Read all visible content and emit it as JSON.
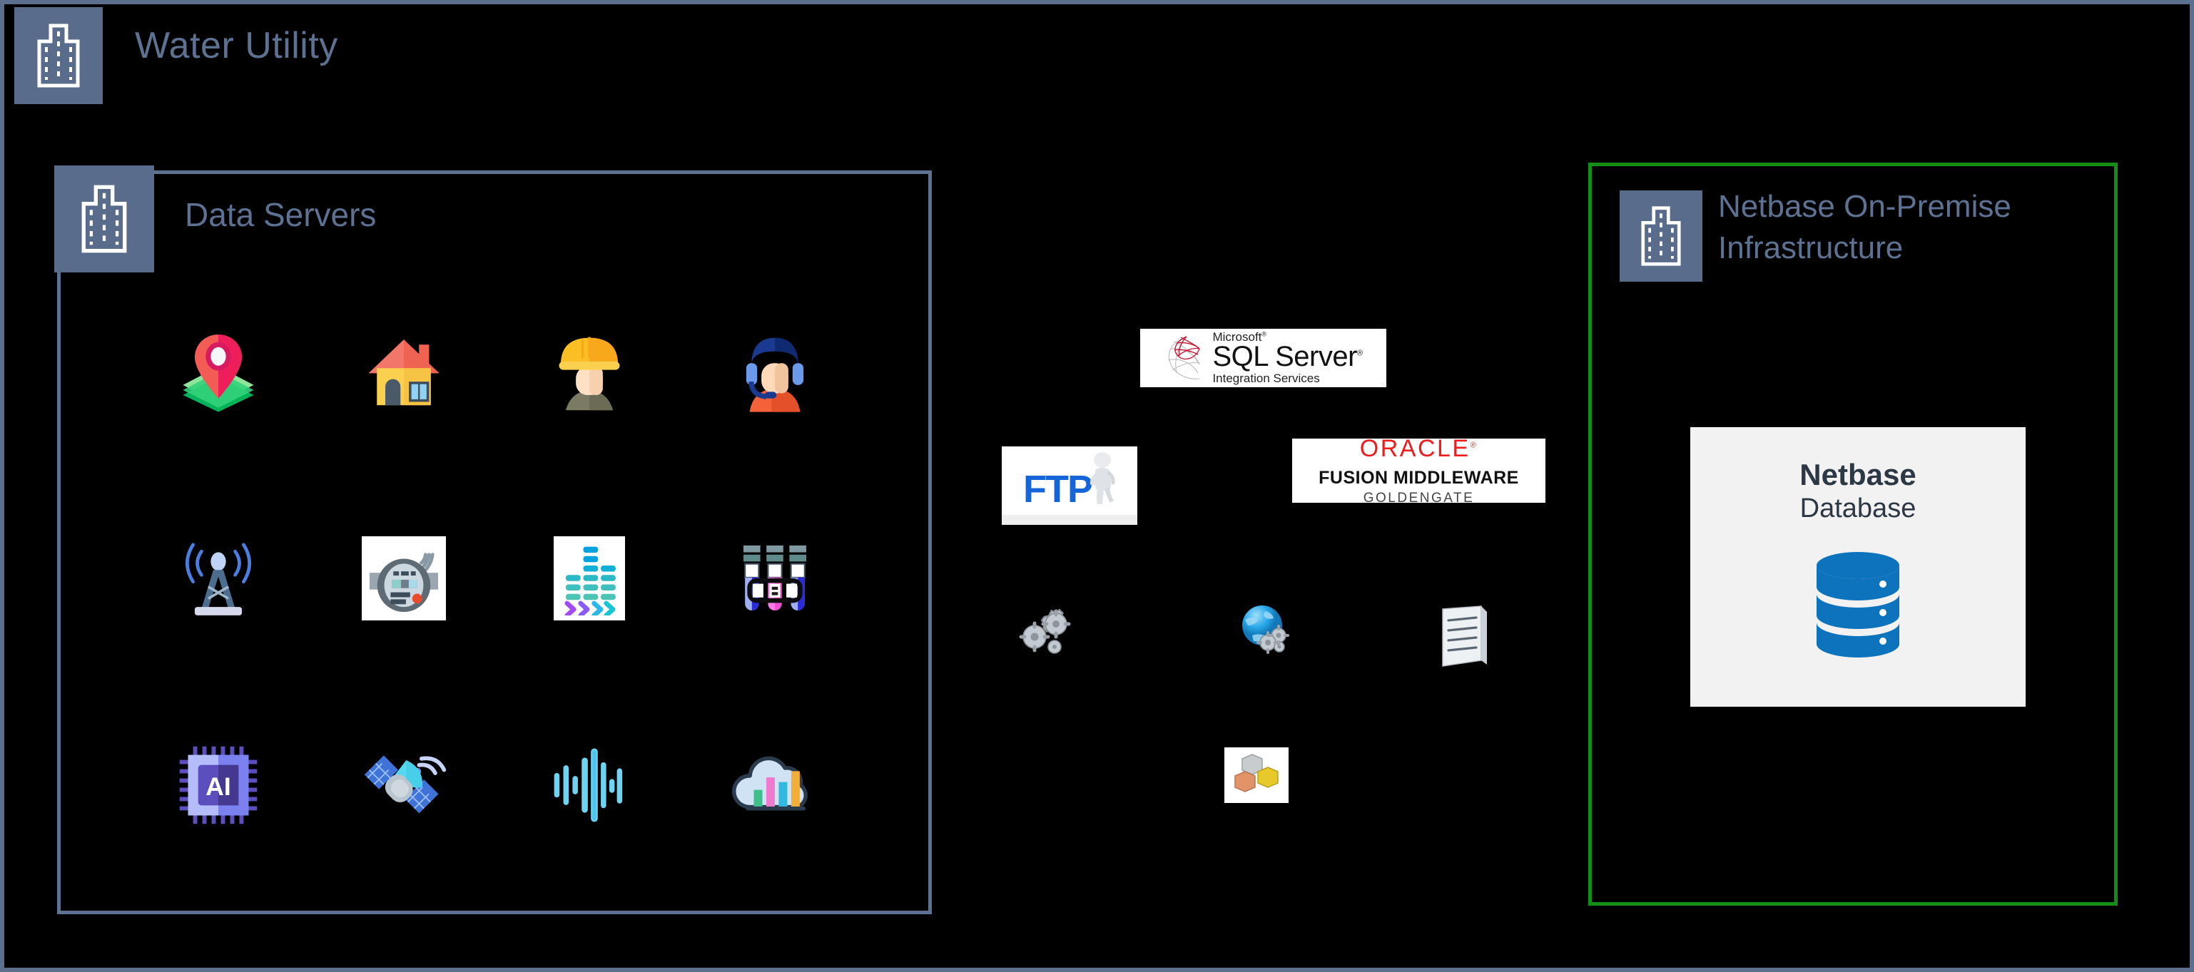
{
  "diagram": {
    "background_color": "#000000",
    "outer_border_color": "#5d6f8f",
    "badge_color": "#5a6c8c",
    "label_color": "#5d7292"
  },
  "header": {
    "title": "Water Utility",
    "icon": "office-building-icon"
  },
  "data_servers": {
    "title": "Data Servers",
    "icon": "office-building-icon",
    "border_color": "#5d7292",
    "items": [
      {
        "name": "gis-location-layers-icon",
        "label": "GIS / Location Layers"
      },
      {
        "name": "house-property-icon",
        "label": "Property / Premise"
      },
      {
        "name": "field-worker-icon",
        "label": "Field Worker"
      },
      {
        "name": "call-center-agent-icon",
        "label": "Customer Service Agent"
      },
      {
        "name": "telemetry-tower-icon",
        "label": "Telemetry Tower"
      },
      {
        "name": "smart-water-meter-icon",
        "label": "Smart Water Meter"
      },
      {
        "name": "data-analytics-stream-icon",
        "label": "Data Streams"
      },
      {
        "name": "lab-test-tubes-icon",
        "label": "Lab Samples"
      },
      {
        "name": "ai-chip-icon",
        "label": "AI",
        "chip_text": "AI"
      },
      {
        "name": "satellite-icon",
        "label": "Satellite"
      },
      {
        "name": "signal-waveform-icon",
        "label": "Signal Waveform"
      },
      {
        "name": "cloud-analytics-icon",
        "label": "Cloud Analytics"
      }
    ]
  },
  "integration": {
    "sql_server": {
      "name": "sql-server-integration-services-logo",
      "vendor": "Microsoft",
      "vendor_mark": "®",
      "product": "SQL Server",
      "product_mark": "®",
      "edition": "Integration Services",
      "accent_color": "#c8102e"
    },
    "ftp": {
      "name": "ftp-logo",
      "text": "FTP",
      "accent_color": "#1565d8"
    },
    "oracle": {
      "name": "oracle-fusion-middleware-goldengate-logo",
      "brand": "ORACLE",
      "brand_mark": "®",
      "line2": "FUSION MIDDLEWARE",
      "line3": "GOLDENGATE",
      "accent_color": "#ee1c1c"
    },
    "mini_icons": [
      {
        "name": "gears-services-icon",
        "label": "Services / Batch Jobs"
      },
      {
        "name": "globe-web-service-icon",
        "label": "Web Services"
      },
      {
        "name": "document-file-icon",
        "label": "Flat File"
      },
      {
        "name": "package-components-icon",
        "label": "Packages"
      }
    ]
  },
  "netbase": {
    "title_line1": "Netbase On-Premise",
    "title_line2": "Infrastructure",
    "icon": "office-building-icon",
    "border_color": "#148e14",
    "database_card": {
      "name": "Netbase",
      "subtitle": "Database",
      "icon": "database-cylinder-icon",
      "icon_color": "#0d73bd",
      "background_color": "#f2f2f2"
    }
  }
}
